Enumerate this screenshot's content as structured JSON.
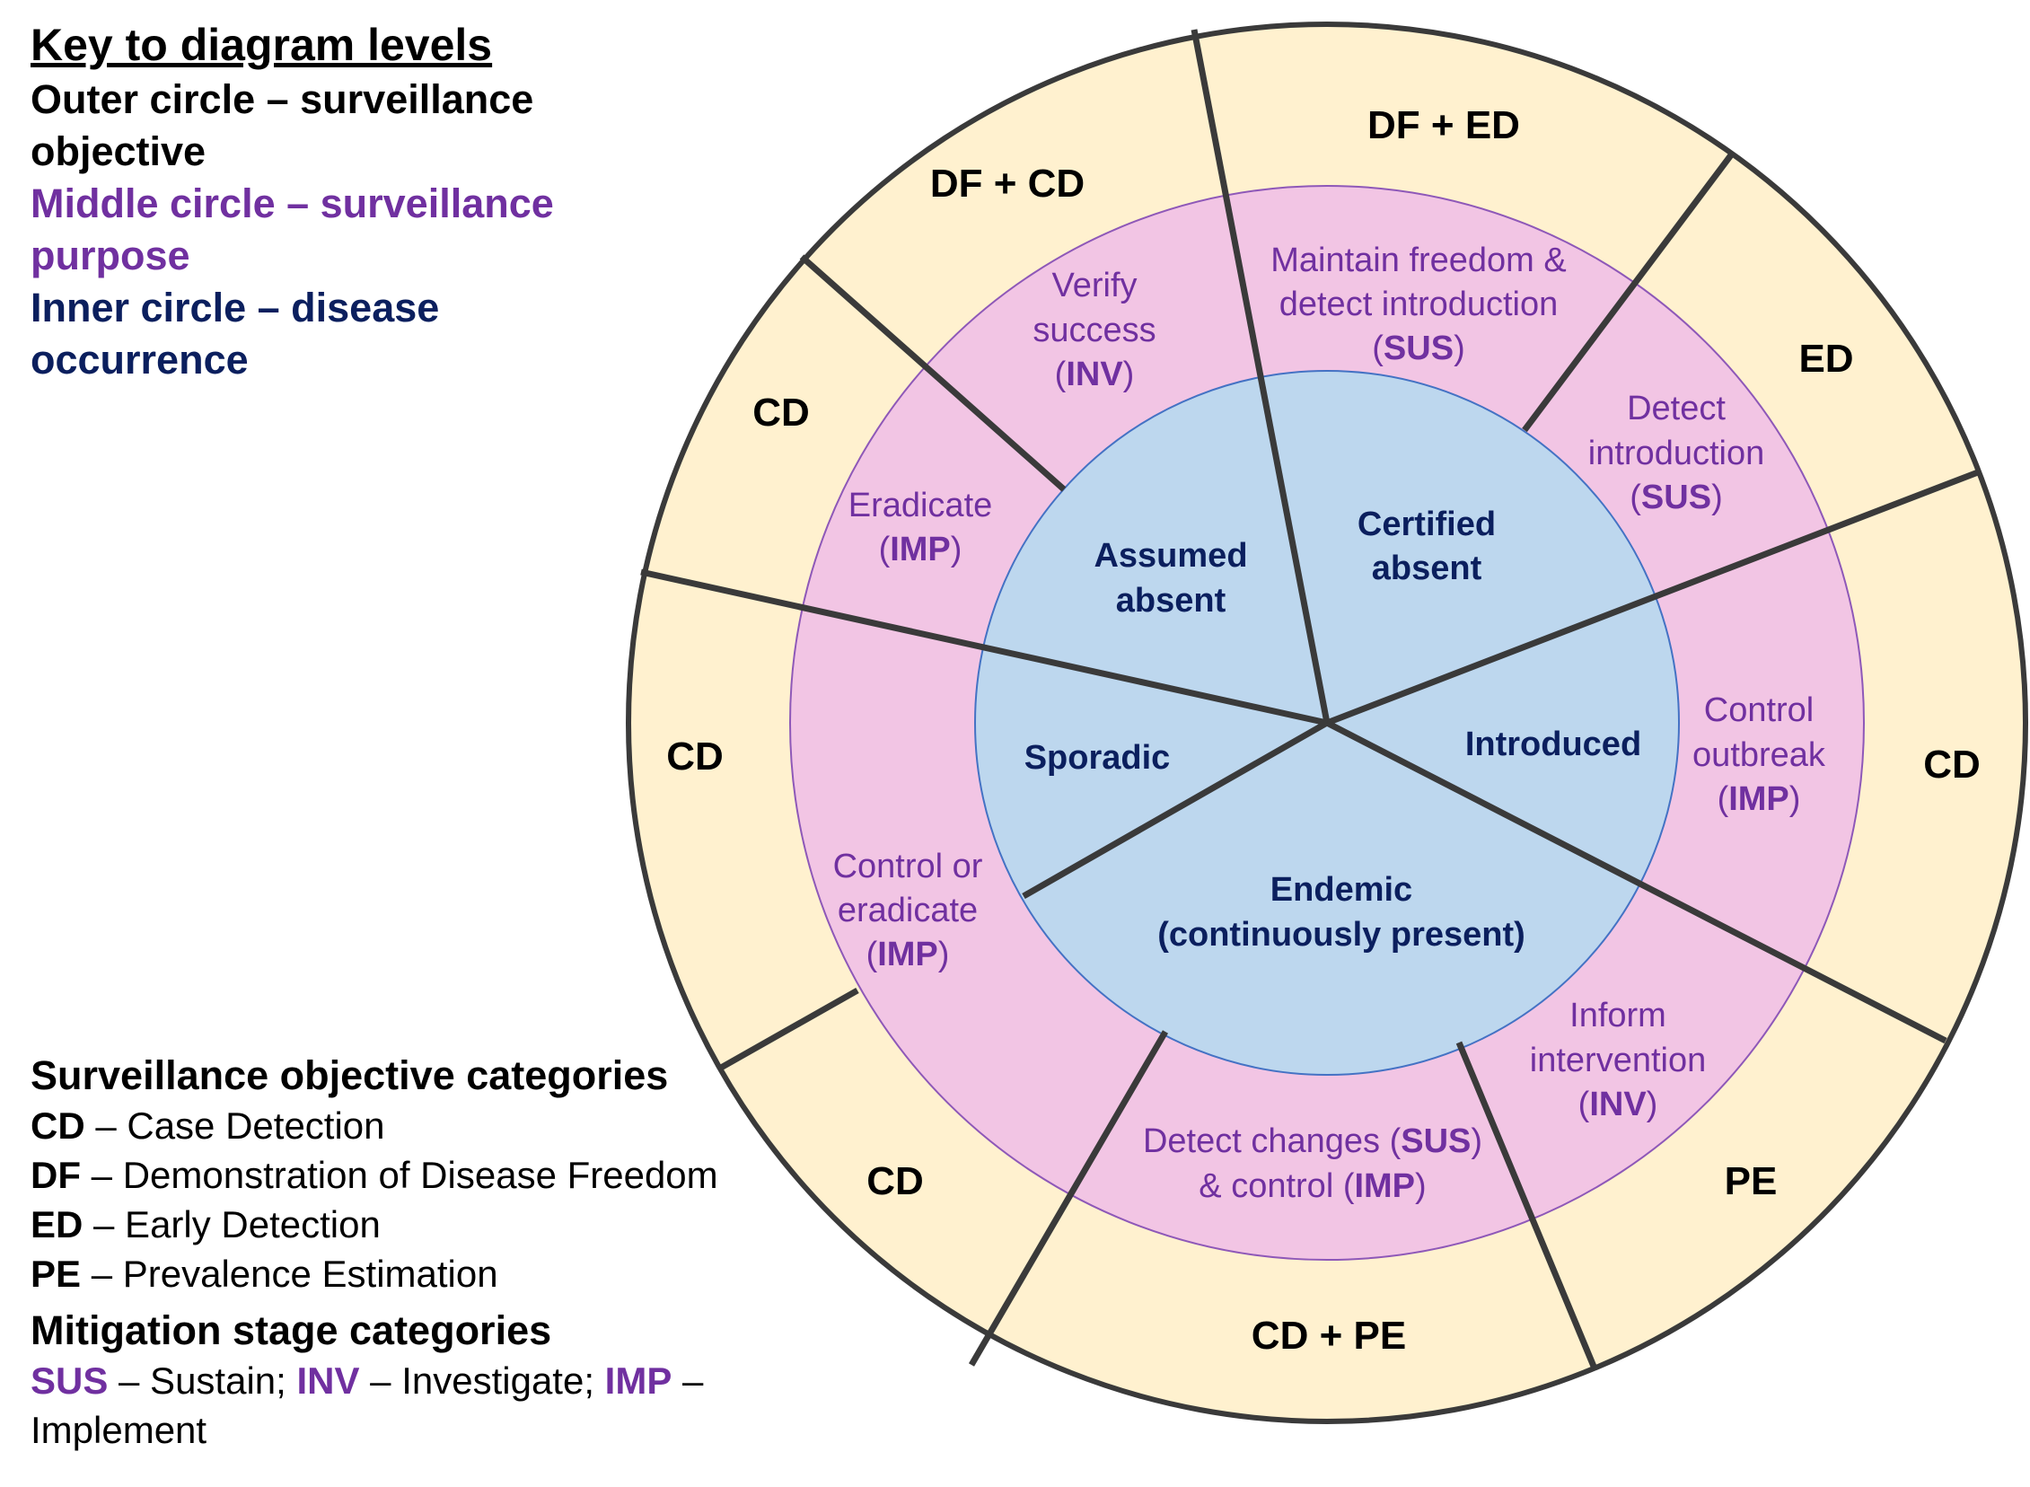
{
  "key": {
    "title": "Key to diagram levels",
    "outer": [
      "Outer circle – surveillance",
      "objective"
    ],
    "middle": [
      "Middle circle – surveillance",
      "purpose"
    ],
    "inner": [
      "Inner circle – disease",
      "occurrence"
    ]
  },
  "colors": {
    "outer_fill": "#fff1cf",
    "middle_fill": "#f2c5e4",
    "inner_fill": "#bdd7ee",
    "line": "#3a3a3a",
    "purple": "#7030a0",
    "navy": "#0b1f5e"
  },
  "outer": {
    "df_ed": "DF + ED",
    "df_cd": "DF + CD",
    "cd_top_left": "CD",
    "ed": "ED",
    "cd_left": "CD",
    "cd_right": "CD",
    "cd_bottom_left": "CD",
    "pe": "PE",
    "cd_pe": "CD + PE"
  },
  "middle": {
    "maintain": {
      "l1": "Maintain freedom &",
      "l2": "detect introduction",
      "open": "(",
      "code": "SUS",
      "close": ")"
    },
    "verify": {
      "l1": "Verify",
      "l2": "success",
      "open": "(",
      "code": "INV",
      "close": ")"
    },
    "detect_intro": {
      "l1": "Detect",
      "l2": "introduction",
      "open": "(",
      "code": "SUS",
      "close": ")"
    },
    "eradicate": {
      "l1": "Eradicate",
      "open": "(",
      "code": "IMP",
      "close": ")"
    },
    "control_outbreak": {
      "l1": "Control",
      "l2": "outbreak",
      "open": "(",
      "code": "IMP",
      "close": ")"
    },
    "control_eradicate": {
      "l1": "Control or",
      "l2": "eradicate",
      "open": "(",
      "code": "IMP",
      "close": ")"
    },
    "inform": {
      "l1": "Inform",
      "l2": "intervention",
      "open": "(",
      "code": "INV",
      "close": ")"
    },
    "detect_changes": {
      "l1a": "Detect changes (",
      "l1code": "SUS",
      "l1b": ")",
      "l2a": "& control (",
      "l2code": "IMP",
      "l2b": ")"
    }
  },
  "inner": {
    "assumed": [
      "Assumed",
      "absent"
    ],
    "certified": [
      "Certified",
      "absent"
    ],
    "sporadic": "Sporadic",
    "introduced": "Introduced",
    "endemic": [
      "Endemic",
      "(continuously present)"
    ]
  },
  "objective_categories": {
    "title": "Surveillance objective categories",
    "items": [
      {
        "code": "CD",
        "desc": " – Case Detection"
      },
      {
        "code": "DF",
        "desc": " – Demonstration of Disease Freedom"
      },
      {
        "code": "ED",
        "desc": " – Early Detection"
      },
      {
        "code": "PE",
        "desc": " – Prevalence Estimation"
      }
    ]
  },
  "mitigation_categories": {
    "title": "Mitigation stage categories",
    "sus": "SUS",
    "sus_desc": " – Sustain; ",
    "inv": "INV",
    "inv_desc": " – Investigate; ",
    "imp": "IMP",
    "imp_desc": " –",
    "imp_desc2": "Implement"
  }
}
